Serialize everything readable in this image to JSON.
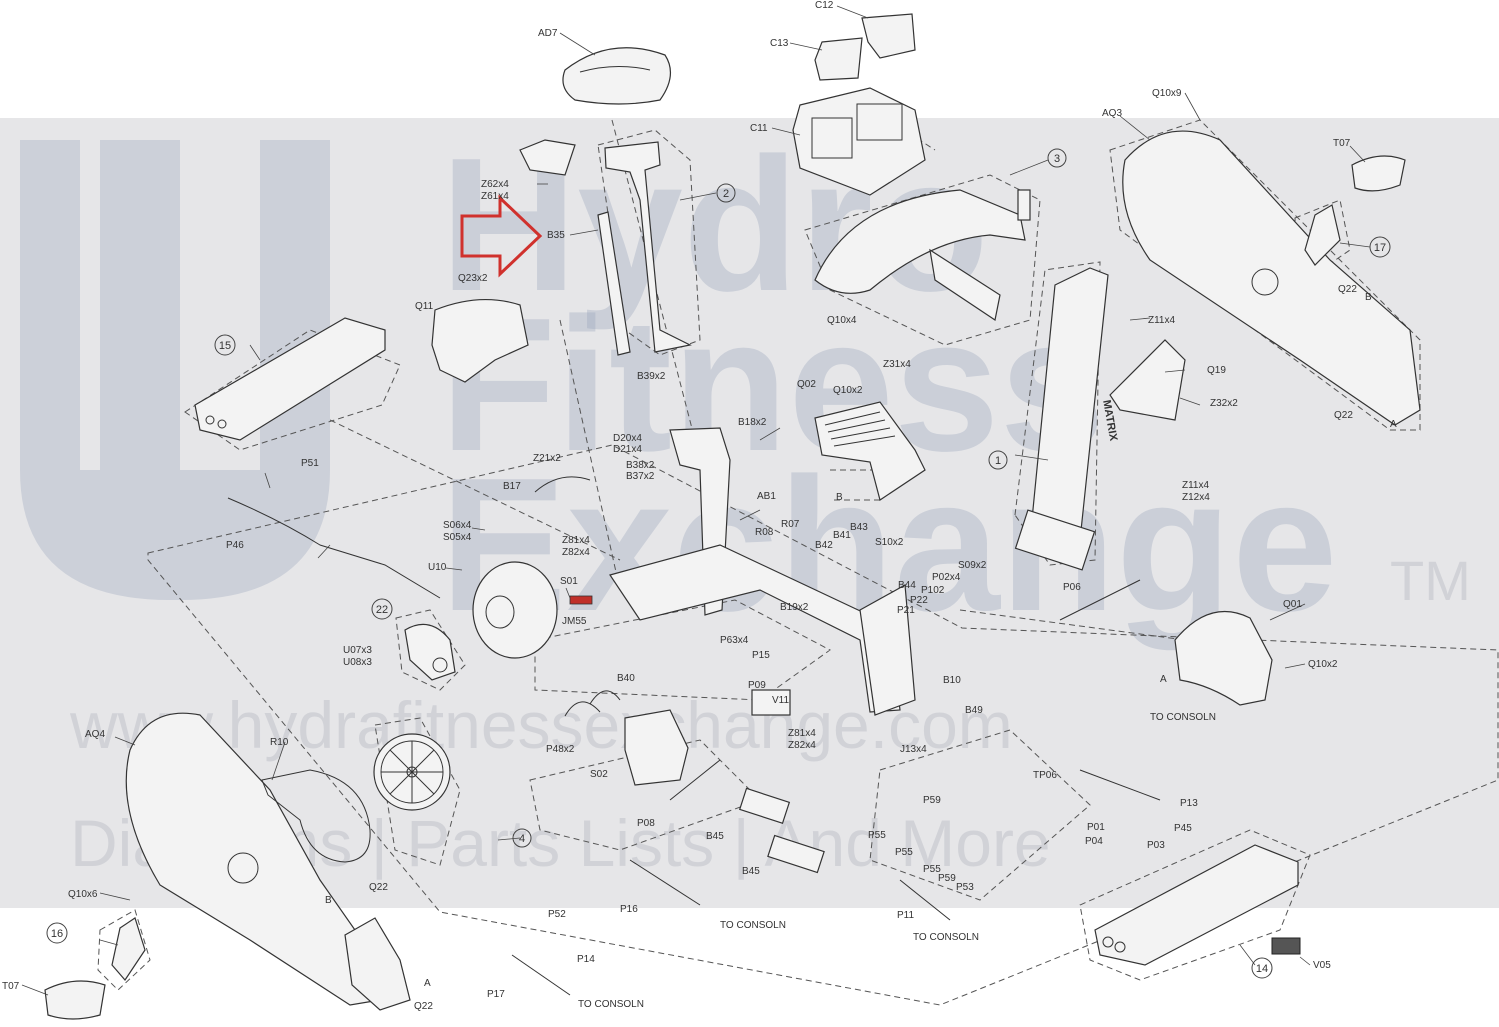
{
  "watermark": {
    "brand_line1": "Hydro",
    "brand_line2": "Fitness",
    "brand_line3": "Exchange",
    "tm": "TM",
    "url": "www.hydrafitnessexchange.com",
    "tagline": "Diagrams | Parts Lists | And More"
  },
  "brand_on_frame": "MATRIX",
  "highlight_arrow_color": "#d0312d",
  "labels": [
    {
      "id": "AD7",
      "text": "AD7"
    },
    {
      "id": "C12",
      "text": "C12"
    },
    {
      "id": "C13",
      "text": "C13"
    },
    {
      "id": "C11",
      "text": "C11"
    },
    {
      "id": "Q10x9",
      "text": "Q10x9"
    },
    {
      "id": "AQ3",
      "text": "AQ3"
    },
    {
      "id": "T07a",
      "text": "T07"
    },
    {
      "id": "Z62x4",
      "text": "Z62x4"
    },
    {
      "id": "Z61x4",
      "text": "Z61x4"
    },
    {
      "id": "B35",
      "text": "B35"
    },
    {
      "id": "Q23x2",
      "text": "Q23x2"
    },
    {
      "id": "Q11",
      "text": "Q11"
    },
    {
      "id": "B39x2",
      "text": "B39x2"
    },
    {
      "id": "Q10x4",
      "text": "Q10x4"
    },
    {
      "id": "Z11x4a",
      "text": "Z11x4"
    },
    {
      "id": "Q22a",
      "text": "Q22"
    },
    {
      "id": "Ba",
      "text": "B"
    },
    {
      "id": "Q19",
      "text": "Q19"
    },
    {
      "id": "Z31x4",
      "text": "Z31x4"
    },
    {
      "id": "Q02",
      "text": "Q02"
    },
    {
      "id": "Q10x2a",
      "text": "Q10x2"
    },
    {
      "id": "Z32x2",
      "text": "Z32x2"
    },
    {
      "id": "Q22b",
      "text": "Q22"
    },
    {
      "id": "Aa",
      "text": "A"
    },
    {
      "id": "B18x2",
      "text": "B18x2"
    },
    {
      "id": "D20x4",
      "text": "D20x4"
    },
    {
      "id": "D21x4",
      "text": "D21x4"
    },
    {
      "id": "P51",
      "text": "P51"
    },
    {
      "id": "Z21x2",
      "text": "Z21x2"
    },
    {
      "id": "B38x2",
      "text": "B38x2"
    },
    {
      "id": "B37x2",
      "text": "B37x2"
    },
    {
      "id": "B17",
      "text": "B17"
    },
    {
      "id": "AB1",
      "text": "AB1"
    },
    {
      "id": "Bb",
      "text": "B"
    },
    {
      "id": "Z11x4b",
      "text": "Z11x4"
    },
    {
      "id": "Z12x4",
      "text": "Z12x4"
    },
    {
      "id": "P46",
      "text": "P46"
    },
    {
      "id": "S06x4",
      "text": "S06x4"
    },
    {
      "id": "S05x4",
      "text": "S05x4"
    },
    {
      "id": "Z81x4a",
      "text": "Z81x4"
    },
    {
      "id": "Z82x4a",
      "text": "Z82x4"
    },
    {
      "id": "R08",
      "text": "R08"
    },
    {
      "id": "R07",
      "text": "R07"
    },
    {
      "id": "B43",
      "text": "B43"
    },
    {
      "id": "B41",
      "text": "B41"
    },
    {
      "id": "B42",
      "text": "B42"
    },
    {
      "id": "S10x2",
      "text": "S10x2"
    },
    {
      "id": "U10",
      "text": "U10"
    },
    {
      "id": "S09x2",
      "text": "S09x2"
    },
    {
      "id": "P02x4",
      "text": "P02x4"
    },
    {
      "id": "B44",
      "text": "B44"
    },
    {
      "id": "P102",
      "text": "P102"
    },
    {
      "id": "P22",
      "text": "P22"
    },
    {
      "id": "P21",
      "text": "P21"
    },
    {
      "id": "S01",
      "text": "S01"
    },
    {
      "id": "JM55",
      "text": "JM55"
    },
    {
      "id": "B19x2",
      "text": "B19x2"
    },
    {
      "id": "P06",
      "text": "P06"
    },
    {
      "id": "Q01",
      "text": "Q01"
    },
    {
      "id": "U07x3",
      "text": "U07x3"
    },
    {
      "id": "U08x3",
      "text": "U08x3"
    },
    {
      "id": "P63x4",
      "text": "P63x4"
    },
    {
      "id": "P15",
      "text": "P15"
    },
    {
      "id": "B40",
      "text": "B40"
    },
    {
      "id": "B10",
      "text": "B10"
    },
    {
      "id": "Q10x2b",
      "text": "Q10x2"
    },
    {
      "id": "Ab",
      "text": "A"
    },
    {
      "id": "P09",
      "text": "P09"
    },
    {
      "id": "V11",
      "text": "V11"
    },
    {
      "id": "Z81x4b",
      "text": "Z81x4"
    },
    {
      "id": "Z82x4b",
      "text": "Z82x4"
    },
    {
      "id": "B49",
      "text": "B49"
    },
    {
      "id": "AQ4",
      "text": "AQ4"
    },
    {
      "id": "R10",
      "text": "R10"
    },
    {
      "id": "P48x2",
      "text": "P48x2"
    },
    {
      "id": "J13x4",
      "text": "J13x4"
    },
    {
      "id": "TO_CONSOLN_a",
      "text": "TO CONSOLN"
    },
    {
      "id": "S02",
      "text": "S02"
    },
    {
      "id": "TP06",
      "text": "TP06"
    },
    {
      "id": "P13",
      "text": "P13"
    },
    {
      "id": "P59a",
      "text": "P59"
    },
    {
      "id": "P08",
      "text": "P08"
    },
    {
      "id": "B45a",
      "text": "B45"
    },
    {
      "id": "P45",
      "text": "P45"
    },
    {
      "id": "P55a",
      "text": "P55"
    },
    {
      "id": "P01",
      "text": "P01"
    },
    {
      "id": "P04",
      "text": "P04"
    },
    {
      "id": "P55b",
      "text": "P55"
    },
    {
      "id": "P03",
      "text": "P03"
    },
    {
      "id": "B45b",
      "text": "B45"
    },
    {
      "id": "P55c",
      "text": "P55"
    },
    {
      "id": "P59b",
      "text": "P59"
    },
    {
      "id": "P53",
      "text": "P53"
    },
    {
      "id": "Q10x6",
      "text": "Q10x6"
    },
    {
      "id": "Q22c",
      "text": "Q22"
    },
    {
      "id": "Bc",
      "text": "B"
    },
    {
      "id": "P52",
      "text": "P52"
    },
    {
      "id": "P16",
      "text": "P16"
    },
    {
      "id": "P11",
      "text": "P11"
    },
    {
      "id": "TO_CONSOLN_b",
      "text": "TO CONSOLN"
    },
    {
      "id": "TO_CONSOLN_c",
      "text": "TO CONSOLN"
    },
    {
      "id": "P14",
      "text": "P14"
    },
    {
      "id": "Ac",
      "text": "A"
    },
    {
      "id": "Q22d",
      "text": "Q22"
    },
    {
      "id": "V05",
      "text": "V05"
    },
    {
      "id": "T07b",
      "text": "T07"
    },
    {
      "id": "P17",
      "text": "P17"
    },
    {
      "id": "TO_CONSOLN_d",
      "text": "TO CONSOLN"
    }
  ],
  "assemblies": [
    {
      "id": "a1",
      "num": "1"
    },
    {
      "id": "a2",
      "num": "2"
    },
    {
      "id": "a3",
      "num": "3"
    },
    {
      "id": "a4",
      "num": "4"
    },
    {
      "id": "a14",
      "num": "14"
    },
    {
      "id": "a15",
      "num": "15"
    },
    {
      "id": "a16",
      "num": "16"
    },
    {
      "id": "a17",
      "num": "17"
    },
    {
      "id": "a22",
      "num": "22"
    }
  ]
}
